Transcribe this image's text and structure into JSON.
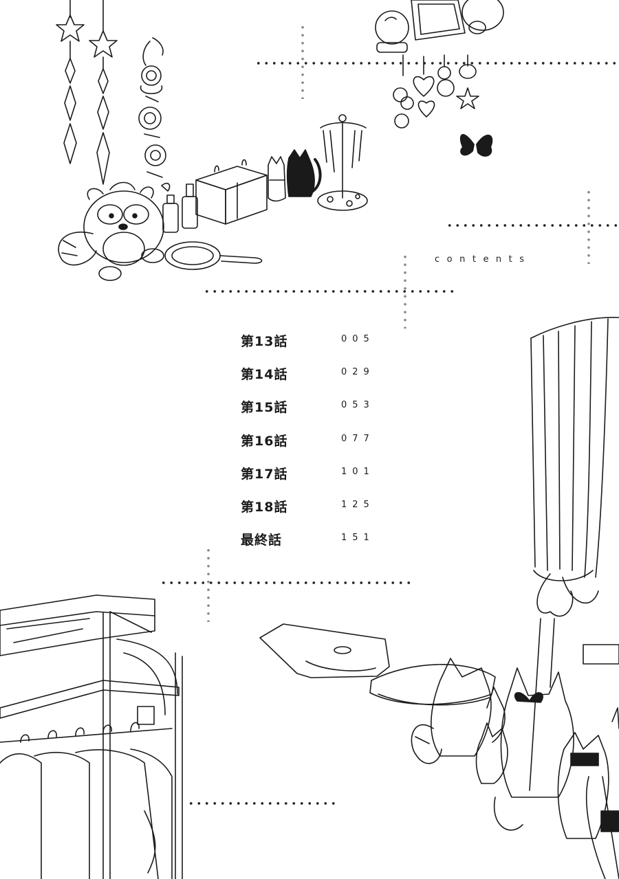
{
  "page": {
    "contents_label": "contents"
  },
  "toc": [
    {
      "chapter": "第13話",
      "page": "005"
    },
    {
      "chapter": "第14話",
      "page": "029"
    },
    {
      "chapter": "第15話",
      "page": "053"
    },
    {
      "chapter": "第16話",
      "page": "077"
    },
    {
      "chapter": "第17話",
      "page": "101"
    },
    {
      "chapter": "第18話",
      "page": "125"
    },
    {
      "chapter": "最終話",
      "page": "151"
    }
  ],
  "colors": {
    "ink": "#1a1a1a",
    "dot_grey": "#8a8a8a",
    "background": "#ffffff"
  },
  "decorations": {
    "icons": [
      "star-ornament-icon",
      "rose-vine-icon",
      "tanuki-plush-icon",
      "jewelry-box-icon",
      "cat-figurine-icon",
      "jewelry-stand-icon",
      "crystal-ball-icon",
      "heart-charms-icon",
      "butterfly-icon",
      "curtain-icon",
      "clothes-rack-icon",
      "fox-plush-icon",
      "shopping-bag-icon"
    ]
  }
}
